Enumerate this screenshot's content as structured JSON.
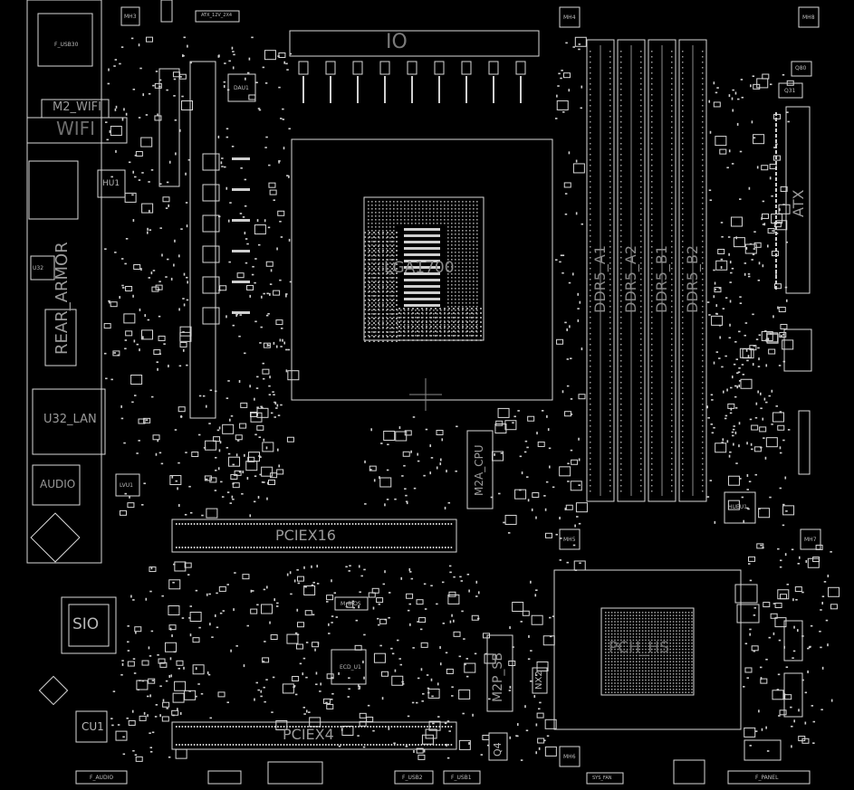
{
  "labels": {
    "lga": "LGA1700",
    "io": "IO",
    "m2_wifi": "M2_WIFI",
    "wifi": "WIFI",
    "rear_armor": "REAR_ARMOR",
    "lan": "U32_LAN",
    "audio": "AUDIO",
    "sio": "SIO",
    "cu1": "CU1",
    "pciex16": "PCIEX16",
    "pciex4": "PCIEX4",
    "m2a_cpu": "M2A_CPU",
    "m2p_sb": "M2P_SB",
    "pch": "PCH_HS",
    "atx": "ATX",
    "ddr5_a1": "DDR5_A1",
    "ddr5_a2": "DDR5_A2",
    "ddr5_b1": "DDR5_B1",
    "ddr5_b2": "DDR5_B2",
    "q4": "Q4",
    "nx2": "NX2",
    "hu1": "HU1"
  },
  "small_labels": {
    "f_usb30": "F_USB30",
    "atx_12v": "ATX_12V_2X4",
    "mh3": "MH3",
    "mh4": "MH4",
    "mh8": "MH8",
    "mh5": "MH5",
    "mh7": "MH7",
    "mh6": "MH6",
    "q80": "Q80",
    "q31": "Q31",
    "dau1": "DAU1",
    "f_audio": "F_AUDIO",
    "f_usb2": "F_USB2",
    "f_usb1": "F_USB1",
    "f_panel": "F_PANEL",
    "ecd_u1": "ECD_U1",
    "m_bios": "M_BIOS",
    "hueu1": "HUEU1",
    "sys_fan": "SYS_FAN",
    "u32": "U32",
    "lvu1": "LVU1"
  }
}
